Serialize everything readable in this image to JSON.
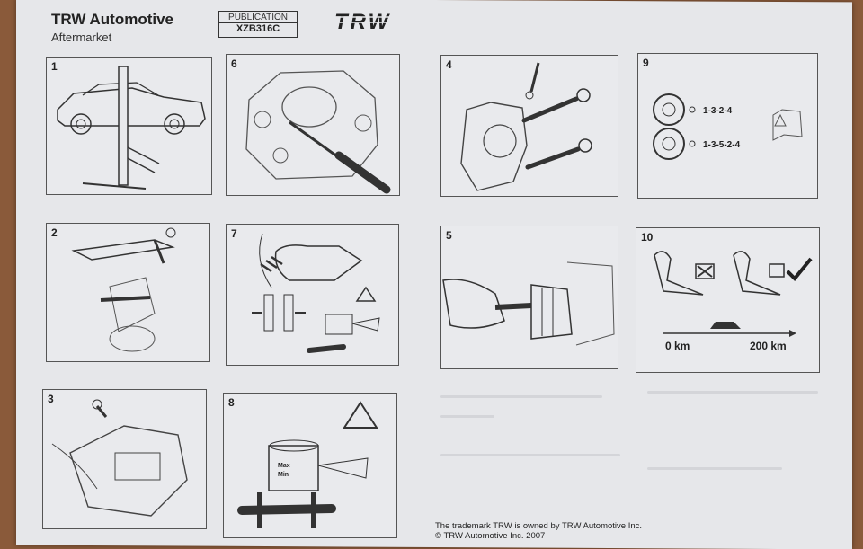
{
  "header": {
    "company": "TRW Automotive",
    "division": "Aftermarket",
    "publication_label": "PUBLICATION",
    "publication_code": "XZB316C",
    "logo_text": "TRW"
  },
  "panels": [
    {
      "number": "1",
      "content": "car-on-lift"
    },
    {
      "number": "6",
      "content": "caliper-screwdriver"
    },
    {
      "number": "4",
      "content": "caliper-bolts"
    },
    {
      "number": "9",
      "content": "wheel-torque"
    },
    {
      "number": "2",
      "content": "spring-compressor"
    },
    {
      "number": "7",
      "content": "brake-pedal"
    },
    {
      "number": "5",
      "content": "piston-tool"
    },
    {
      "number": "10",
      "content": "bedding-in"
    },
    {
      "number": "3",
      "content": "caliper-mount"
    },
    {
      "number": "8",
      "content": "fluid-reservoir"
    }
  ],
  "torque_sequences": [
    "1-3-2-4",
    "1-3-5-2-4"
  ],
  "bedding_in": {
    "start": "0 km",
    "end": "200 km"
  },
  "reservoir_marks": {
    "max": "Max",
    "min": "Min"
  },
  "footer": {
    "line1": "The trademark TRW is owned by TRW Automotive Inc.",
    "line2": "© TRW Automotive Inc. 2007"
  }
}
